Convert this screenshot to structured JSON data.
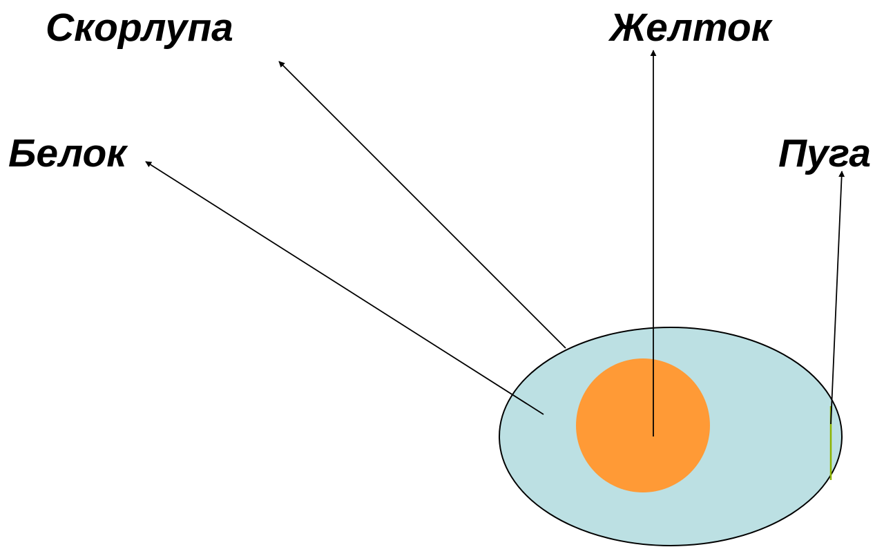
{
  "diagram": {
    "labels": {
      "shell": "Скорлупа",
      "yolk": "Желток",
      "white": "Белок",
      "germinal_disc": "Пуга"
    },
    "colors": {
      "background": "#ffffff",
      "egg_white_fill": "#bce0e3",
      "yolk_fill": "#ff9a36",
      "outline": "#000000",
      "germinal_disc_mark": "#8db300",
      "pointer_line": "#000000"
    }
  }
}
